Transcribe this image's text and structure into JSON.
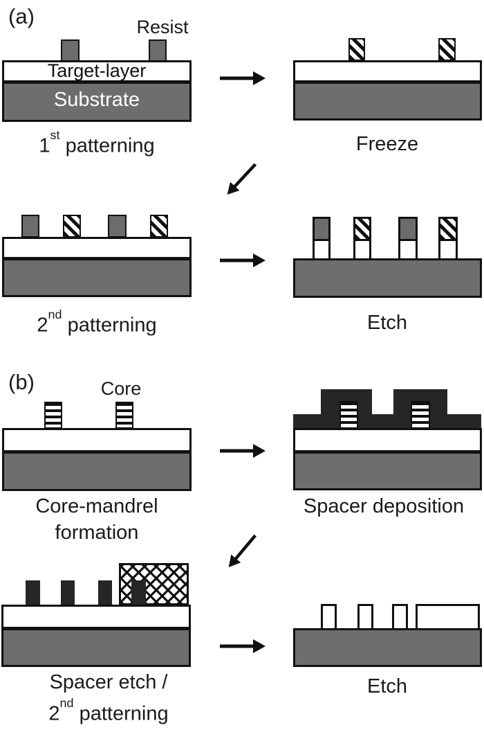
{
  "figure": {
    "panel_a": {
      "label": "(a)",
      "annotation_resist": "Resist",
      "layer_target": "Target-layer",
      "layer_substrate": "Substrate",
      "caption_step1": {
        "num": "1",
        "sup": "st",
        "rest": " patterning"
      },
      "caption_step2": "Freeze",
      "caption_step3": {
        "num": "2",
        "sup": "nd",
        "rest": " patterning"
      },
      "caption_step4": "Etch"
    },
    "panel_b": {
      "label": "(b)",
      "annotation_core": "Core",
      "caption_step1_line1": "Core-mandrel",
      "caption_step1_line2": "formation",
      "caption_step2": "Spacer deposition",
      "caption_step3_line1": "Spacer etch /",
      "caption_step3_line2": {
        "num": "2",
        "sup": "nd",
        "rest": " patterning"
      },
      "caption_step4": "Etch"
    },
    "colors": {
      "substrate_gray": "#6e6e6e",
      "resist_gray": "#6c6c6c",
      "spacer_black": "#262626",
      "outline_black": "#111111",
      "background": "#ffffff"
    }
  }
}
